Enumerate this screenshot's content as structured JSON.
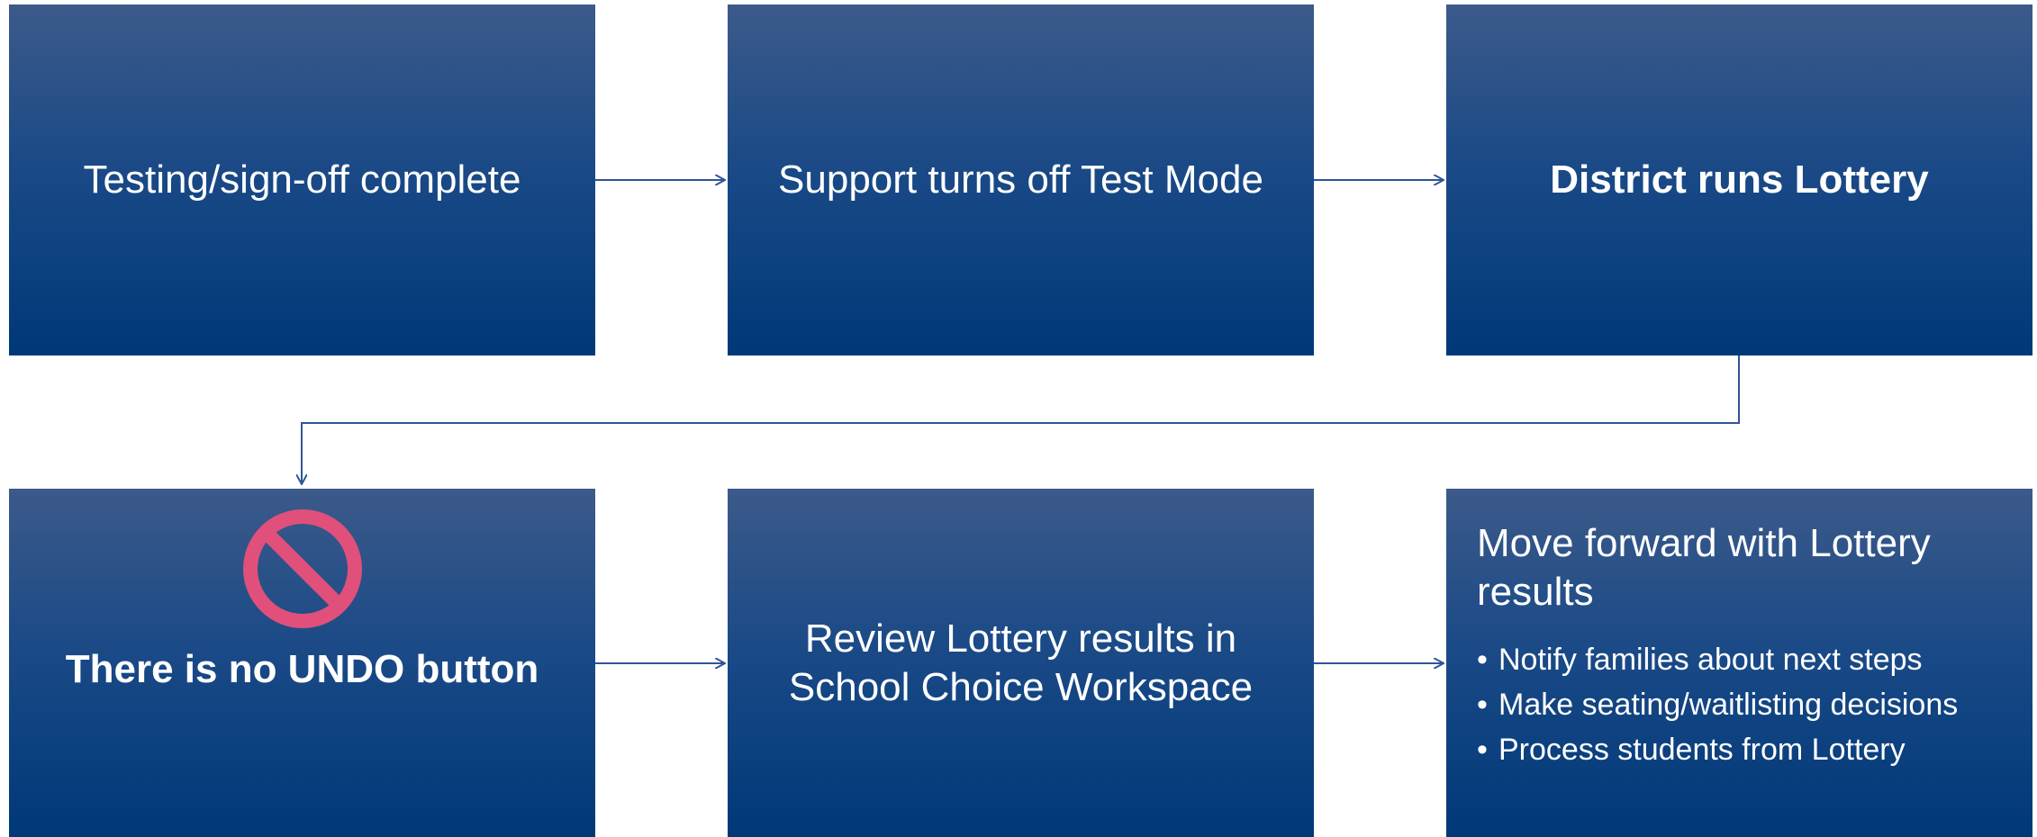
{
  "steps": {
    "testing": {
      "label": "Testing/sign-off complete"
    },
    "test_mode": {
      "label": "Support turns off Test Mode"
    },
    "run_lottery": {
      "label": "District runs Lottery"
    },
    "no_undo": {
      "label": "There is no UNDO button",
      "icon": "no-entry-icon"
    },
    "review": {
      "label": "Review Lottery results in School Choice Workspace"
    },
    "move_forward": {
      "title": "Move forward with Lottery results",
      "bullets": [
        "Notify families about next steps",
        "Make seating/waitlisting decisions",
        "Process students from Lottery"
      ]
    }
  },
  "colors": {
    "box_top": "#3c5a8a",
    "box_bottom": "#003878",
    "arrow": "#2f5597",
    "no_icon": "#e0507a"
  }
}
